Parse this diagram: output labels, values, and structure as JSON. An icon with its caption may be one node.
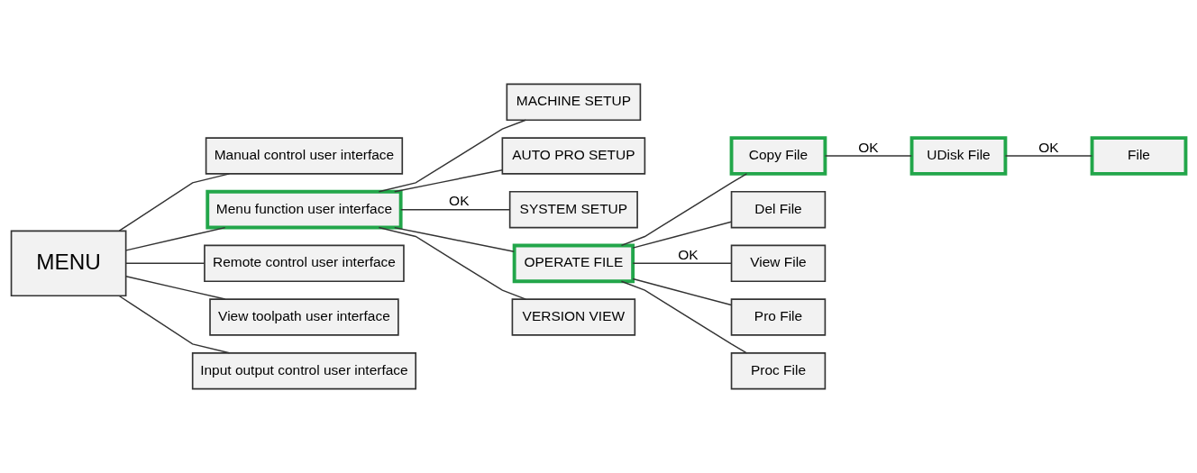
{
  "diagram": {
    "nodes": [
      {
        "text": [
          "MENU"
        ]
      },
      {
        "text": [
          "Manual control user interface"
        ]
      },
      {
        "text": [
          "Menu function user interface"
        ]
      },
      {
        "text": [
          "Remote control user interface"
        ]
      },
      {
        "text": [
          "View toolpath user interface"
        ]
      },
      {
        "text": [
          "Input output control user interface"
        ]
      },
      {
        "text": [
          "MACHINE SETUP"
        ]
      },
      {
        "text": [
          "AUTO PRO SETUP"
        ]
      },
      {
        "text": [
          "SYSTEM SETUP"
        ]
      },
      {
        "text": [
          "OPERATE FILE"
        ]
      },
      {
        "text": [
          "VERSION VIEW"
        ]
      },
      {
        "text": [
          "Copy File"
        ]
      },
      {
        "text": [
          "Del File"
        ]
      },
      {
        "text": [
          "View File"
        ]
      },
      {
        "text": [
          "Pro File"
        ]
      },
      {
        "text": [
          "Proc File"
        ]
      },
      {
        "text": [
          "UDisk File"
        ]
      },
      {
        "text": [
          "File"
        ]
      }
    ],
    "edges": [
      {
        "from": 0,
        "to": 1,
        "arrow": "none"
      },
      {
        "from": 0,
        "to": 2,
        "arrow": "none"
      },
      {
        "from": 0,
        "to": 3,
        "arrow": "none"
      },
      {
        "from": 0,
        "to": 4,
        "arrow": "none"
      },
      {
        "from": 0,
        "to": 5,
        "arrow": "none"
      },
      {
        "from": 2,
        "to": 6,
        "arrow": "none"
      },
      {
        "from": 2,
        "to": 7,
        "arrow": "none"
      },
      {
        "from": 2,
        "to": 8,
        "arrow": "none",
        "label": "OK"
      },
      {
        "from": 2,
        "to": 9,
        "arrow": "none"
      },
      {
        "from": 2,
        "to": 10,
        "arrow": "none"
      },
      {
        "from": 9,
        "to": 11,
        "arrow": "none"
      },
      {
        "from": 9,
        "to": 12,
        "arrow": "none"
      },
      {
        "from": 9,
        "to": 13,
        "arrow": "none",
        "label": "OK"
      },
      {
        "from": 9,
        "to": 14,
        "arrow": "none"
      },
      {
        "from": 9,
        "to": 15,
        "arrow": "none"
      },
      {
        "from": 11,
        "to": 16,
        "arrow": "none",
        "label": "OK"
      },
      {
        "from": 16,
        "to": 17,
        "arrow": "none",
        "label": "OK"
      }
    ]
  }
}
